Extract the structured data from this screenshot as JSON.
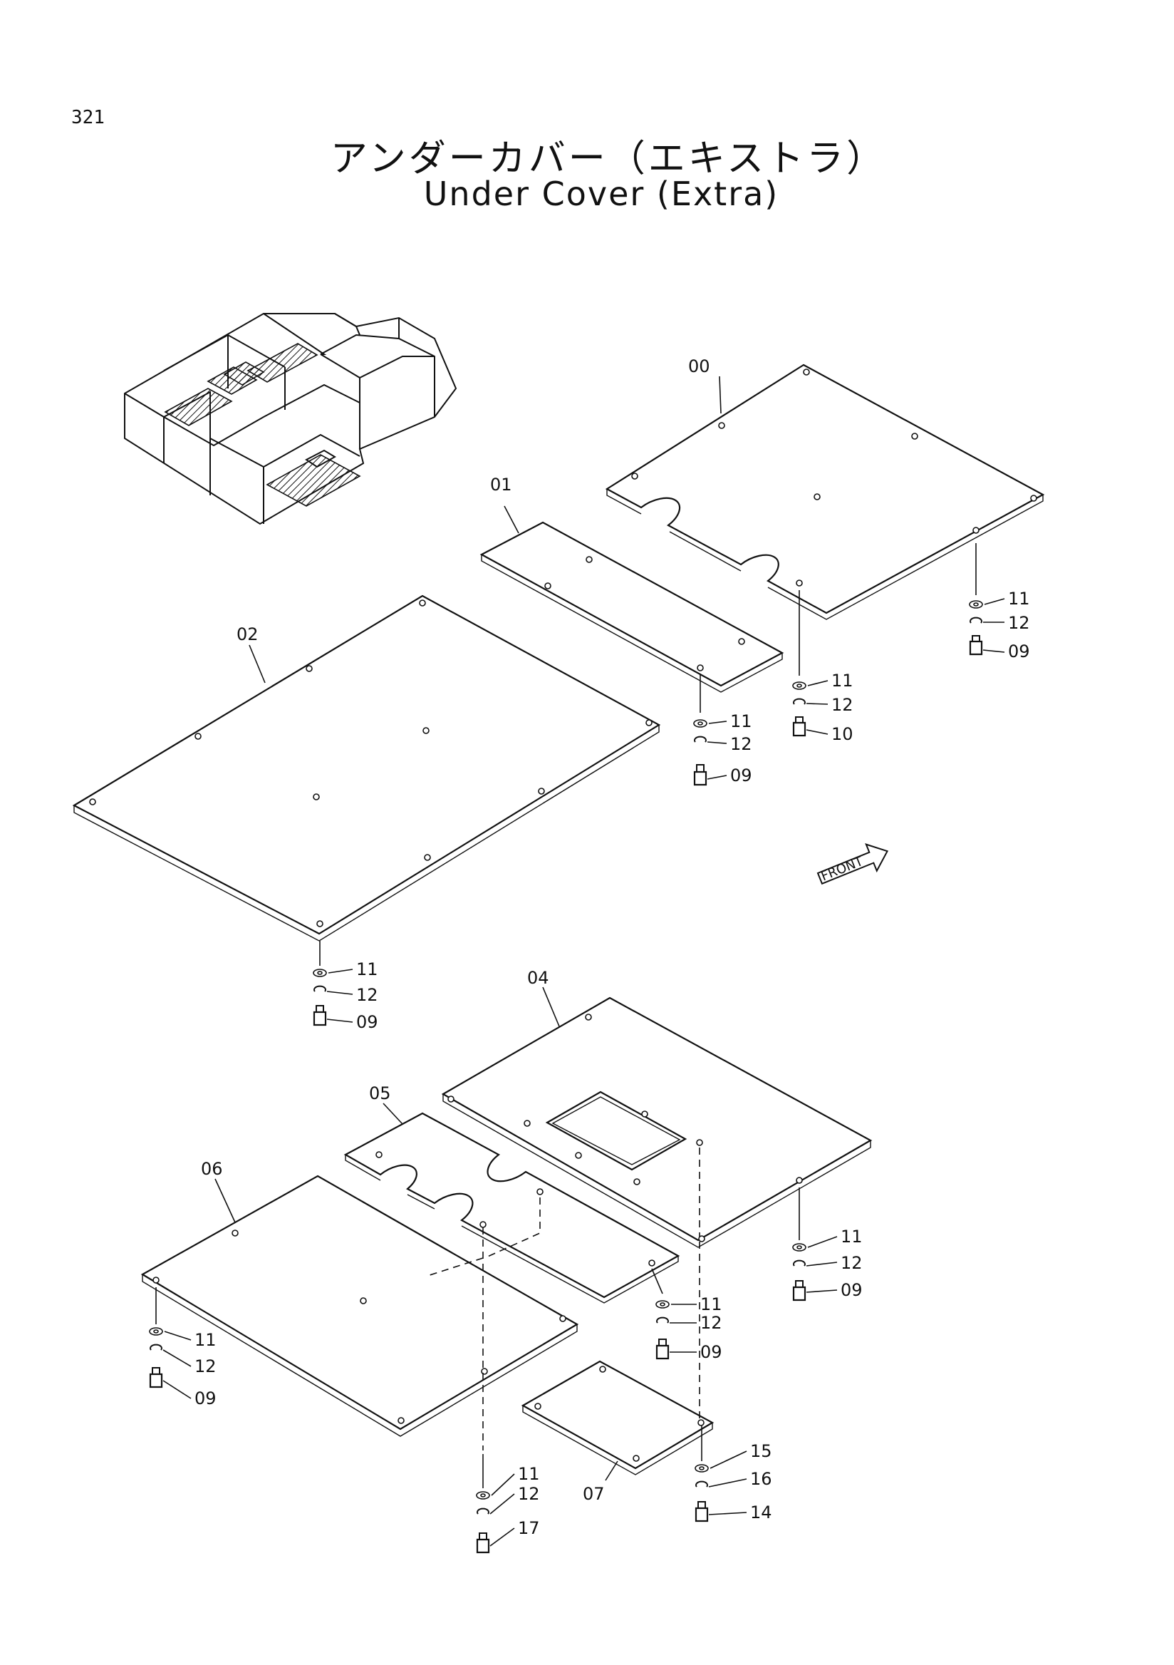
{
  "page_number": "321",
  "title_jp": "アンダーカバー（エキストラ）",
  "title_en": "Under Cover (Extra)",
  "front_label": "FRONT",
  "part_labels": {
    "p00": "00",
    "p01": "01",
    "p02": "02",
    "p04": "04",
    "p05": "05",
    "p06": "06",
    "p07": "07"
  },
  "fastener_labels": {
    "a11": "11",
    "a12": "12",
    "a09": "09",
    "b11": "11",
    "b12": "12",
    "b10": "10",
    "c11": "11",
    "c12": "12",
    "c09": "09",
    "d11": "11",
    "d12": "12",
    "d09": "09",
    "e11": "11",
    "e12": "12",
    "e09": "09",
    "f11": "11",
    "f12": "12",
    "f09": "09",
    "g11": "11",
    "g12": "12",
    "g09": "09",
    "h11": "11",
    "h12": "12",
    "h17": "17",
    "i15": "15",
    "i16": "16",
    "i14": "14"
  }
}
